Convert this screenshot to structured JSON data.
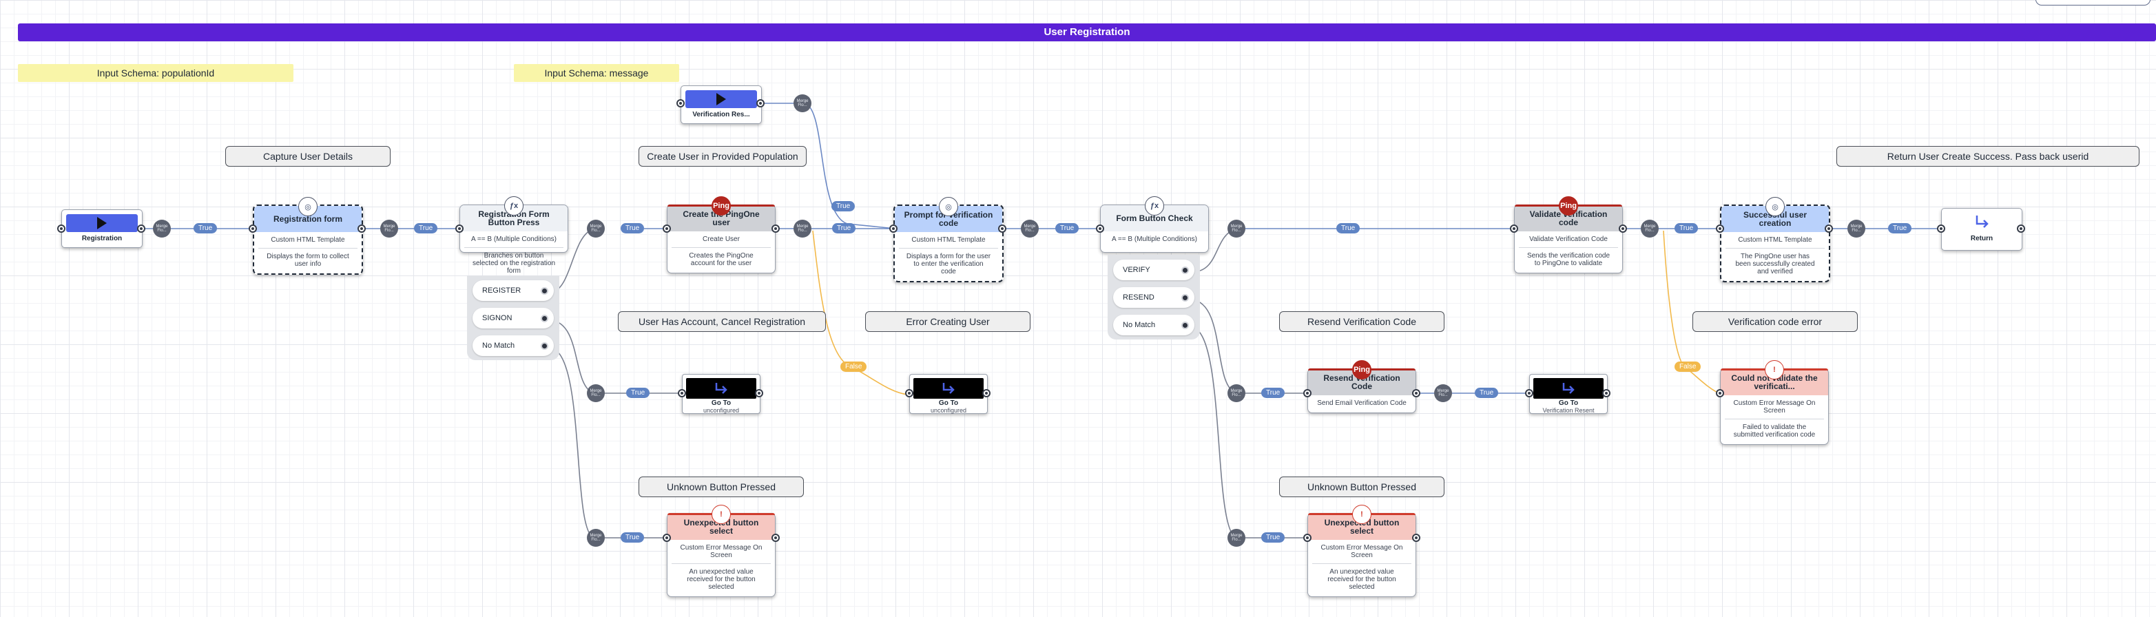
{
  "banner": "User Registration",
  "schemas": [
    "Input Schema: populationId",
    "Input Schema: message"
  ],
  "labels": {
    "capture": "Capture User Details",
    "create": "Create User in Provided Population",
    "has_account": "User Has Account, Cancel Registration",
    "error_creating": "Error Creating User",
    "unknown1": "Unknown Button Pressed",
    "resend": "Resend Verification Code",
    "unknown2": "Unknown Button Pressed",
    "verify_error": "Verification code error",
    "return_success": "Return User Create Success. Pass back userid"
  },
  "nodes": {
    "start_registration": {
      "name": "Registration"
    },
    "start_verification": {
      "name": "Verification Res..."
    },
    "registration_form": {
      "title": "Registration form",
      "sub": "Custom HTML Template",
      "desc": "Displays the form to collect user info",
      "icon": "globe-icon"
    },
    "button_press": {
      "title": "Registration Form Button Press",
      "sub": "A == B (Multiple Conditions)",
      "desc": "Branches on button selected on the registration form",
      "icon": "function-icon"
    },
    "create_user": {
      "title": "Create the PingOne user",
      "sub": "Create User",
      "desc": "Creates the PingOne account for the user",
      "badge": "Ping"
    },
    "prompt_code": {
      "title": "Prompt for verification code",
      "sub": "Custom HTML Template",
      "desc": "Displays a form for the user to enter the verification code",
      "icon": "globe-icon"
    },
    "form_check": {
      "title": "Form Button Check",
      "sub": "A == B (Multiple Conditions)",
      "icon": "function-icon"
    },
    "validate_code": {
      "title": "Validate verification code",
      "sub": "Validate Verification Code",
      "desc": "Sends the verification code to PingOne to validate",
      "badge": "Ping"
    },
    "success_creation": {
      "title": "Successful user creation",
      "sub": "Custom HTML Template",
      "desc": "The PingOne user has been successfully created and verified",
      "icon": "globe-icon"
    },
    "return": {
      "name": "Return"
    },
    "resend_code": {
      "title": "Resend Verification Code",
      "sub": "Send Email Verification Code",
      "badge": "Ping"
    },
    "unexpected1": {
      "title": "Unexpected button select",
      "sub": "Custom Error Message On Screen",
      "desc": "An unexpected value received for the button selected"
    },
    "unexpected2": {
      "title": "Unexpected button select",
      "sub": "Custom Error Message On Screen",
      "desc": "An unexpected value received for the button selected"
    },
    "could_not_validate": {
      "title": "Could not validate the verificati...",
      "sub": "Custom Error Message On Screen",
      "desc": "Failed to validate the submitted verification code"
    },
    "goto1": {
      "name": "Go To",
      "sub": "unconfigured"
    },
    "goto2": {
      "name": "Go To",
      "sub": "unconfigured"
    },
    "goto3": {
      "name": "Go To",
      "sub": "Verification Resent"
    }
  },
  "branches1": [
    "REGISTER",
    "SIGNON",
    "No Match"
  ],
  "branches2": [
    "VERIFY",
    "RESEND",
    "No Match"
  ],
  "pills": {
    "true": "True",
    "false": "False"
  },
  "hub_text": "Merge Flo...",
  "colors": {
    "banner": "#5b21d6",
    "accent_blue": "#4d63e6",
    "true_pill": "#5f84c4",
    "false_pill": "#f2b94b",
    "ping": "#b3261e",
    "error": "#f6c7c1"
  }
}
